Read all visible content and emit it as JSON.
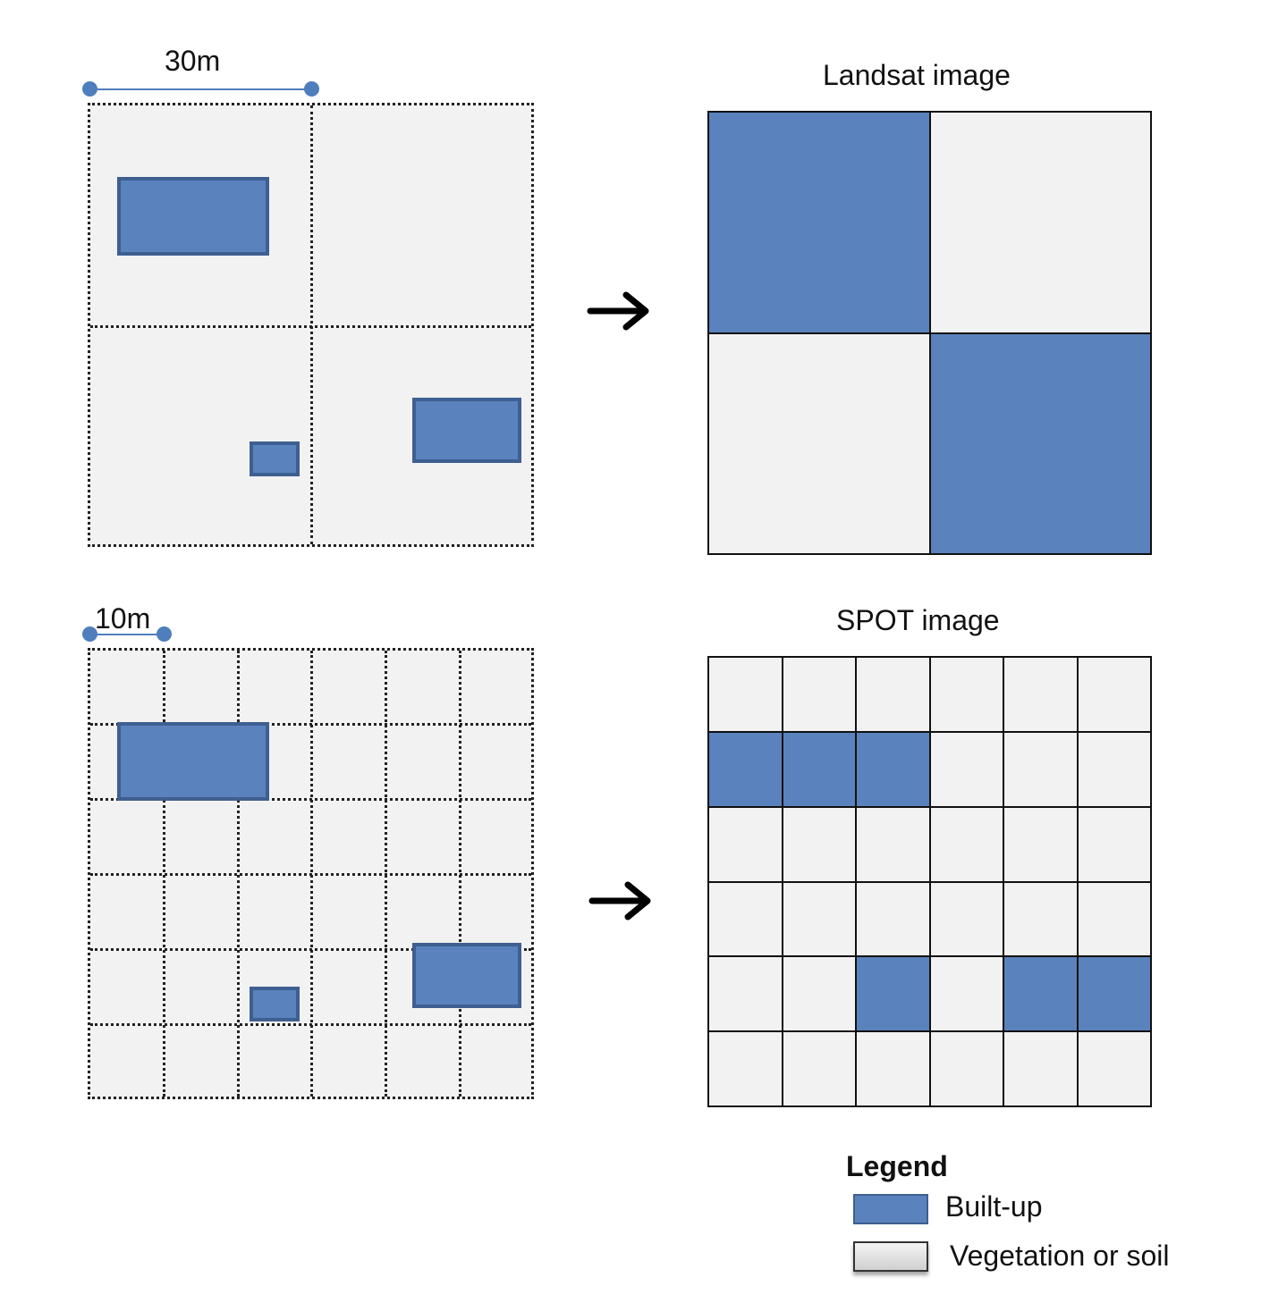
{
  "top": {
    "scale_label": "30m",
    "raster_title": "Landsat image",
    "rows": 2,
    "cols": 2,
    "cells": [
      1,
      0,
      0,
      1
    ]
  },
  "bottom": {
    "scale_label": "10m",
    "raster_title": "SPOT image",
    "rows": 6,
    "cols": 6,
    "cells": [
      0,
      0,
      0,
      0,
      0,
      0,
      1,
      1,
      1,
      0,
      0,
      0,
      0,
      0,
      0,
      0,
      0,
      0,
      0,
      0,
      0,
      0,
      0,
      0,
      0,
      0,
      1,
      0,
      1,
      1,
      0,
      0,
      0,
      0,
      0,
      0
    ]
  },
  "legend": {
    "title": "Legend",
    "items": [
      {
        "label": "Built-up",
        "color": "#5a82bd"
      },
      {
        "label": "Vegetation or soil",
        "color": "#f2f2f2"
      }
    ]
  },
  "colors": {
    "built_up": "#5a82bd",
    "background": "#f2f2f2"
  }
}
